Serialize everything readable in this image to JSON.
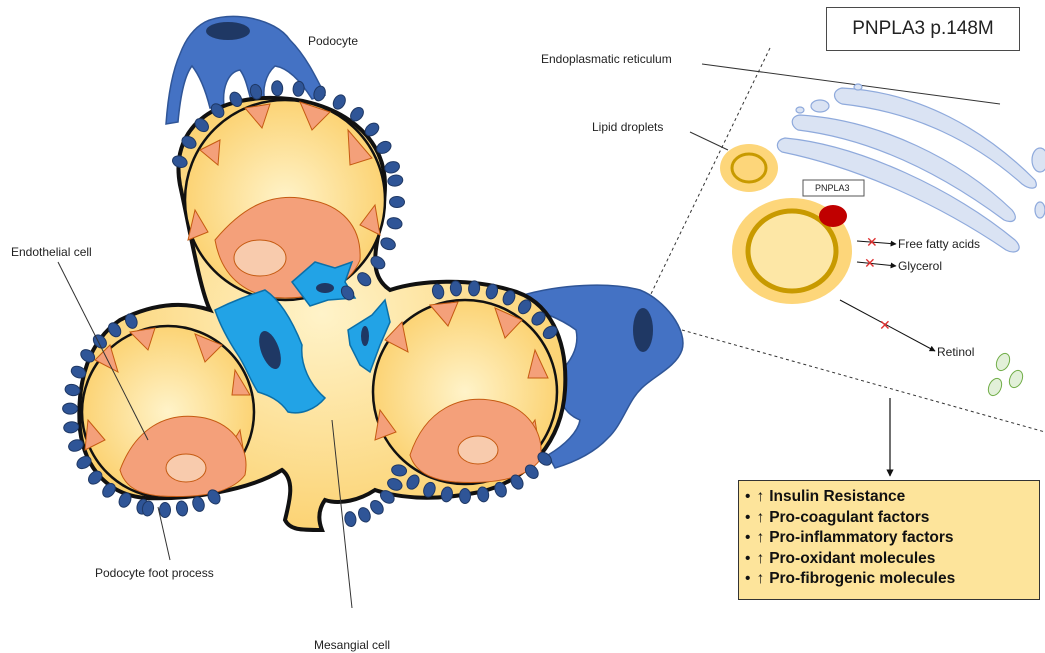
{
  "title": "PNPLA3 p.148M",
  "labels": {
    "podocyte": "Podocyte",
    "endothelial_cell": "Endothelial cell",
    "podocyte_foot_process": "Podocyte foot process",
    "mesangial_cell": "Mesangial cell",
    "endoplasmatic_reticulum": "Endoplasmatic reticulum",
    "lipid_droplets": "Lipid droplets",
    "pnpla3": "PNPLA3",
    "free_fatty_acids": "Free fatty acids",
    "glycerol": "Glycerol",
    "retinol": "Retinol"
  },
  "effects": {
    "bullet": "•",
    "arrow": "↑",
    "items": [
      "Insulin Resistance",
      "Pro-coagulant factors",
      "Pro-inflammatory factors",
      "Pro-oxidant molecules",
      "Pro-fibrogenic molecules"
    ]
  },
  "colors": {
    "podocyte": "#4472c4",
    "nucleus_dark": "#1f3864",
    "capillary_fill": "#fdd67a",
    "endothelial": "#f4a07a",
    "endothelial_nucleus": "#f8cbad",
    "mesangial": "#22a3e6",
    "er": "#dae3f3",
    "lipid_ring": "#c89a00",
    "pnpla3_protein": "#c00000",
    "inhibit_x": "#e03030",
    "effects_bg": "#fde49b"
  }
}
